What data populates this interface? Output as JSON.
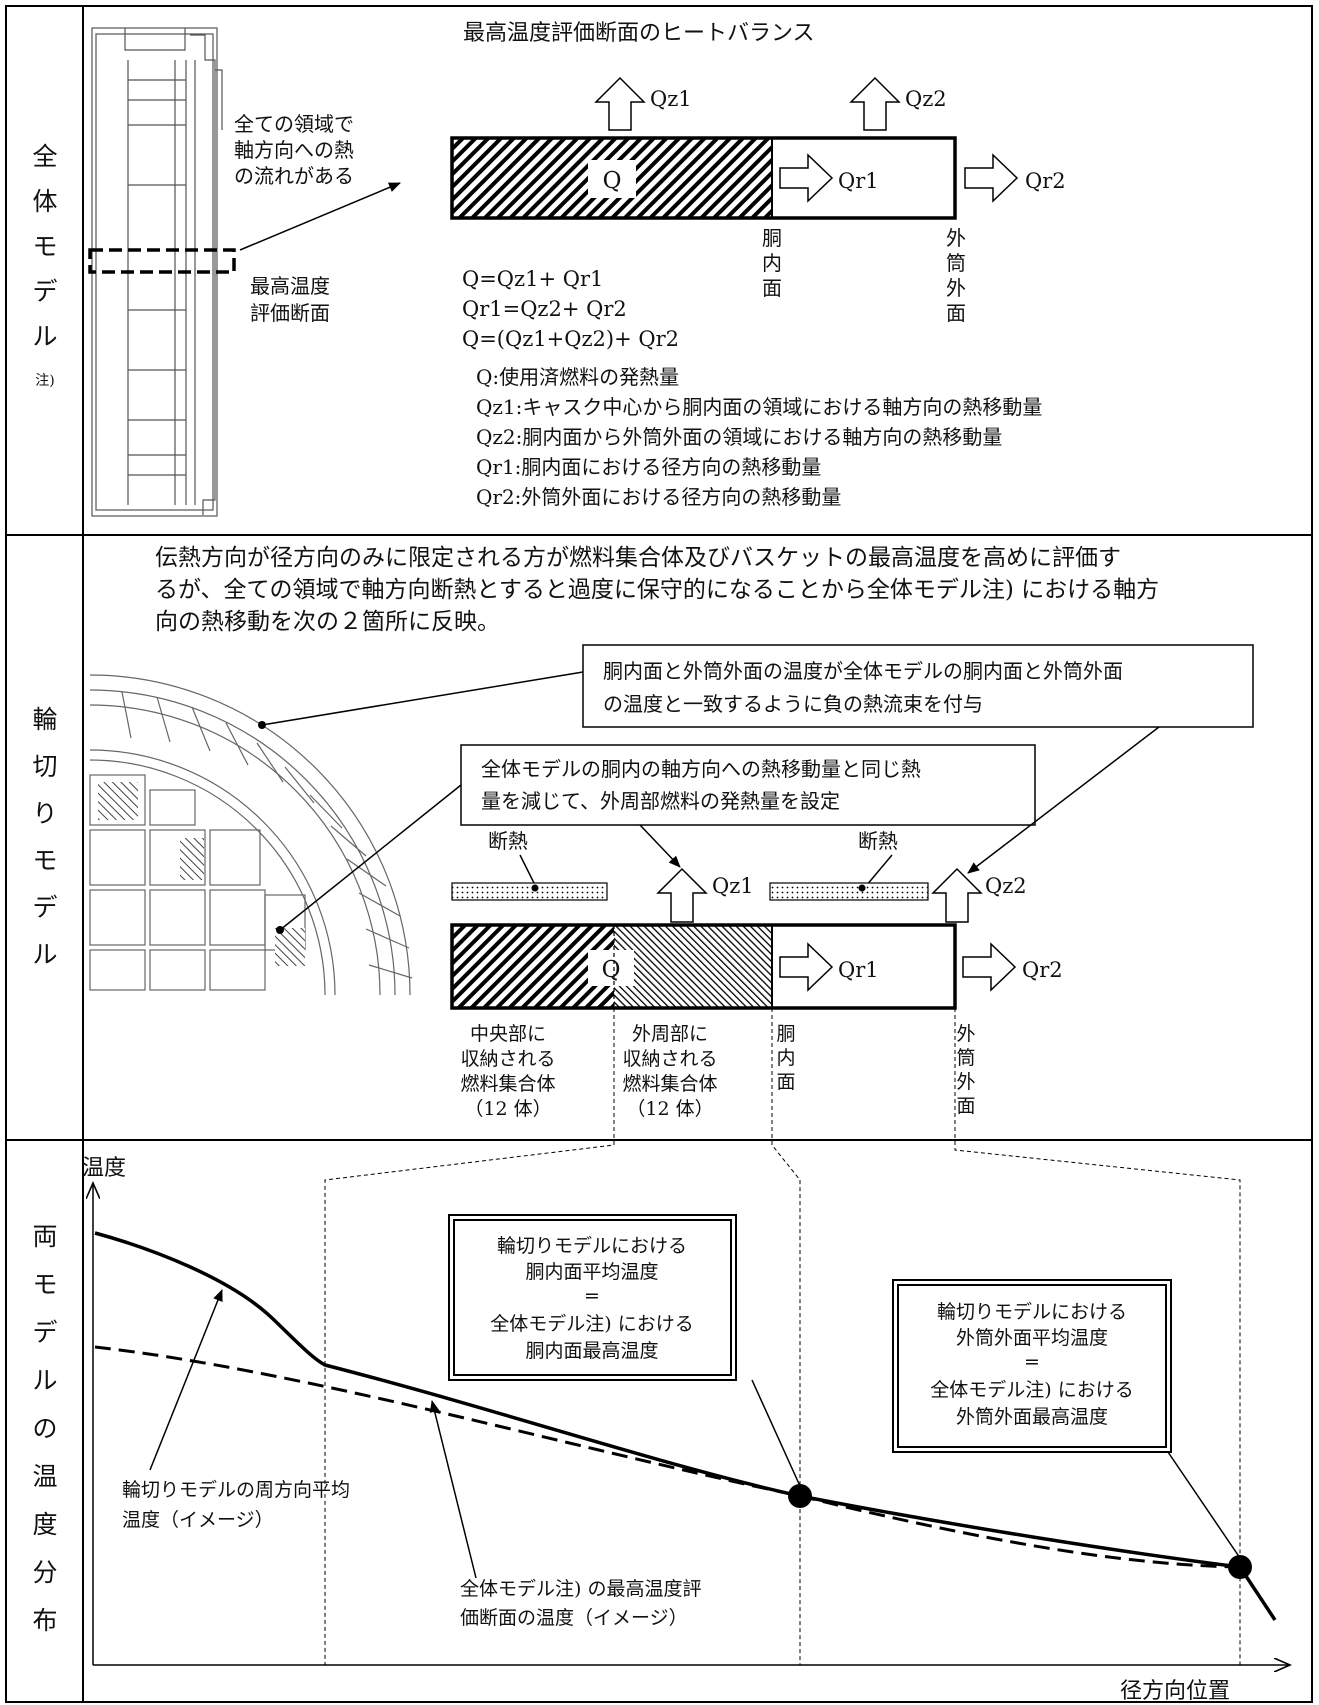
{
  "rows": [
    {
      "label_chars": [
        "全",
        "体",
        "モ",
        "デ",
        "ル",
        "注)"
      ]
    },
    {
      "label_chars": [
        "輪",
        "切",
        "り",
        "モ",
        "デ",
        "ル"
      ]
    },
    {
      "label_chars": [
        "両",
        "モ",
        "デ",
        "ル",
        "の",
        "温",
        "度",
        "分",
        "布"
      ]
    }
  ],
  "whole_model": {
    "title": "最高温度評価断面のヒートバランス",
    "axial_note": [
      "全ての領域で",
      "軸方向への熱",
      "の流れがある"
    ],
    "section_label": [
      "最高温度",
      "評価断面"
    ],
    "q_center": "Q",
    "arrow_labels": {
      "qz1": "Qz1",
      "qz2": "Qz2",
      "qr1": "Qr1",
      "qr2": "Qr2"
    },
    "pos_inner": [
      "胴",
      "内",
      "面"
    ],
    "pos_outer": [
      "外",
      "筒",
      "外",
      "面"
    ],
    "equations": [
      "Q=Qz1+ Qr1",
      "Qr1=Qz2+ Qr2",
      "Q=(Qz1+Qz2)+ Qr2"
    ],
    "definitions": [
      "Q:使用済燃料の発熱量",
      "Qz1:キャスク中心から胴内面の領域における軸方向の熱移動量",
      "Qz2:胴内面から外筒外面の領域における軸方向の熱移動量",
      "Qr1:胴内面における径方向の熱移動量",
      "Qr2:外筒外面における径方向の熱移動量"
    ]
  },
  "slice_model": {
    "intro": [
      "伝熱方向が径方向のみに限定される方が燃料集合体及びバスケットの最高温度を高めに評価す",
      "るが、全ての領域で軸方向断熱とすると過度に保守的になることから全体モデル注) における軸方",
      "向の熱移動を次の２箇所に反映。"
    ],
    "callout1": [
      "胴内面と外筒外面の温度が全体モデルの胴内面と外筒外面",
      "の温度と一致するように負の熱流束を付与"
    ],
    "callout2": [
      "全体モデルの胴内の軸方向への熱移動量と同じ熱",
      "量を減じて、外周部燃料の発熱量を設定"
    ],
    "insulation": "断熱",
    "q_center": "Q",
    "arrow_labels": {
      "qz1": "Qz1",
      "qz2": "Qz2",
      "qr1": "Qr1",
      "qr2": "Qr2"
    },
    "center_fuel": [
      "中央部に",
      "収納される",
      "燃料集合体",
      "（12 体）"
    ],
    "outer_fuel": [
      "外周部に",
      "収納される",
      "燃料集合体",
      "（12 体）"
    ],
    "pos_inner": [
      "胴",
      "内",
      "面"
    ],
    "pos_outer": [
      "外",
      "筒",
      "外",
      "面"
    ]
  },
  "distribution": {
    "y_axis_label": "温度",
    "x_axis_label": "径方向位置",
    "box1": [
      "輪切りモデルにおける",
      "胴内面平均温度",
      "=",
      "全体モデル注) における",
      "胴内面最高温度"
    ],
    "box2": [
      "輪切りモデルにおける",
      "外筒外面平均温度",
      "=",
      "全体モデル注) における",
      "外筒外面最高温度"
    ],
    "solid_label": [
      "輪切りモデルの周方向平均",
      "温度（イメージ）"
    ],
    "dashed_label": [
      "全体モデル注) の最高温度評",
      "価断面の温度（イメージ）"
    ]
  }
}
